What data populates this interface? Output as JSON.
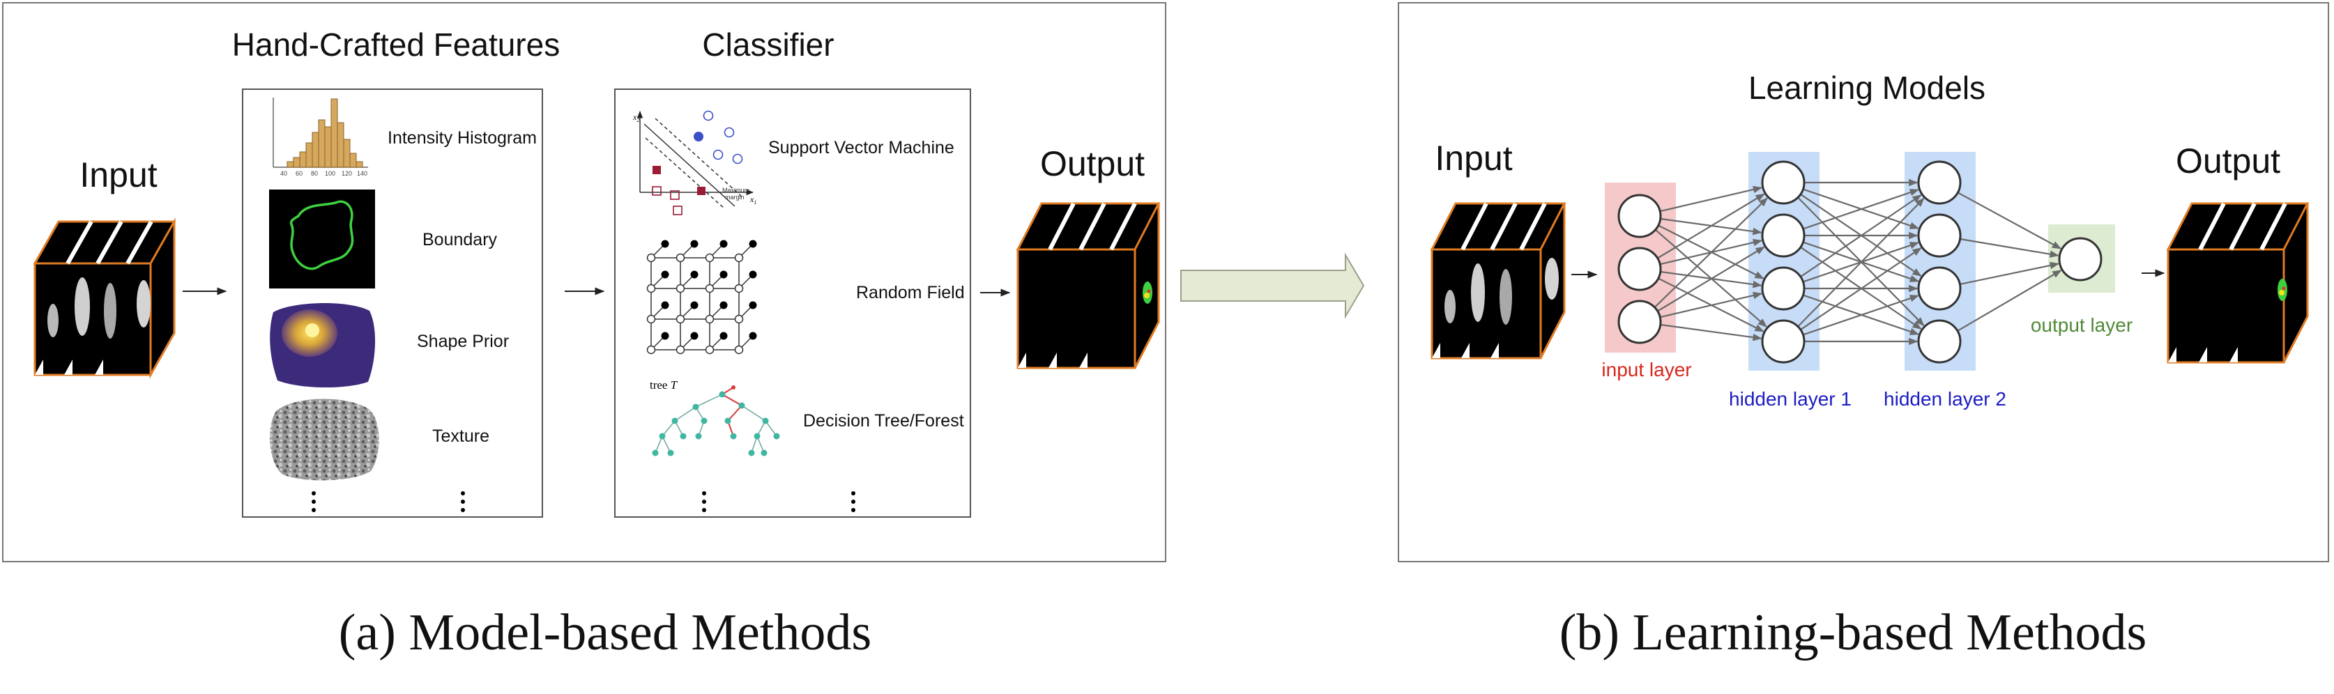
{
  "panel_a": {
    "features_title": "Hand-Crafted Features",
    "classifier_title": "Classifier",
    "input_label": "Input",
    "output_label": "Output",
    "features": [
      "Intensity Histogram",
      "Boundary",
      "Shape Prior",
      "Texture"
    ],
    "classifiers": [
      "Support Vector Machine",
      "Random Field",
      "Decision Tree/Forest"
    ],
    "tree_label": "tree",
    "tree_var": "T",
    "svm_x1": "x",
    "svm_x1_sub": "1",
    "svm_x2": "x",
    "svm_x2_sub": "2",
    "svm_margin_1": "Maximum",
    "svm_margin_2": "margin",
    "hist_ticks": [
      "40",
      "60",
      "80",
      "100",
      "120",
      "140"
    ],
    "caption": "(a) Model-based Methods"
  },
  "panel_b": {
    "title": "Learning Models",
    "input_label": "Input",
    "output_label": "Output",
    "input_layer": "input layer",
    "hidden_layer_1": "hidden layer 1",
    "hidden_layer_2": "hidden layer 2",
    "output_layer": "output layer",
    "caption": "(b) Learning-based Methods"
  },
  "colors": {
    "input_layer": "#d9271e",
    "hidden_layer": "#1c1cc4",
    "output_layer": "#4f8a35",
    "input_band": "#f5c9c9",
    "hidden_band": "#c7dcf7",
    "output_band": "#dcebd2",
    "cube_edge": "#e07b22",
    "arrow_fill": "#e4ead4"
  }
}
